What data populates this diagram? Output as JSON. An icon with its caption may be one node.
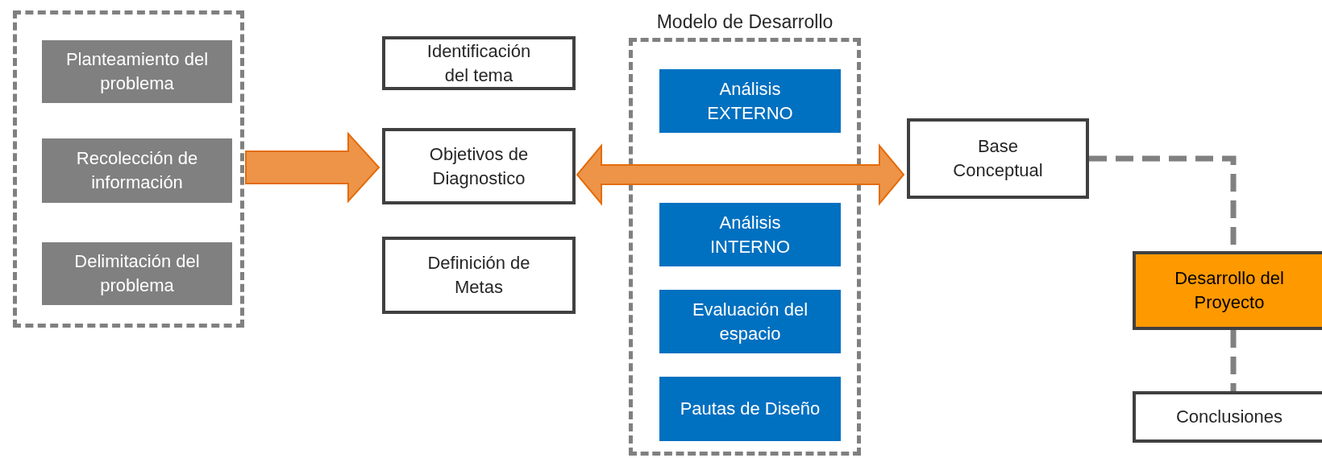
{
  "diagram": {
    "nodes": [
      {
        "text": [],
        "shape": "box"
      },
      {
        "text": [
          "Planteamiento del problema"
        ],
        "in": 0
      },
      {
        "text": [
          "Recolección de información"
        ],
        "in": 0
      },
      {
        "text": [
          "Delimitación del problema"
        ],
        "in": 0
      },
      {
        "text": [
          "Identificación del tema"
        ]
      },
      {
        "text": [
          "Objetivos de Diagnostico"
        ]
      },
      {
        "text": [
          "Definición de Metas"
        ]
      },
      {
        "text": [
          "Modelo de Desarrollo"
        ]
      },
      {
        "text": [
          "Análisis",
          "EXTERNO"
        ],
        "in": 7
      },
      {
        "text": [
          "Análisis",
          "INTERNO"
        ],
        "in": 7
      },
      {
        "text": [
          "Evaluación del espacio"
        ],
        "in": 7
      },
      {
        "text": [
          "Pautas de Diseño"
        ],
        "in": 7
      },
      {
        "text": [
          "Base Conceptual"
        ]
      },
      {
        "text": [
          "Desarrollo del Proyecto"
        ]
      },
      {
        "text": [
          "Conclusiones"
        ]
      }
    ],
    "edges": [
      {
        "from": 0,
        "to": 5,
        "arrow": "to",
        "style": "thick",
        "color": "#ed9448"
      },
      {
        "from": 5,
        "to": 12,
        "arrow": "both",
        "style": "thick",
        "color": "#ed9448"
      },
      {
        "from": 12,
        "to": 13,
        "arrow": "none",
        "style": "dashed"
      },
      {
        "from": 13,
        "to": 14,
        "arrow": "none",
        "style": "dashed"
      }
    ]
  }
}
